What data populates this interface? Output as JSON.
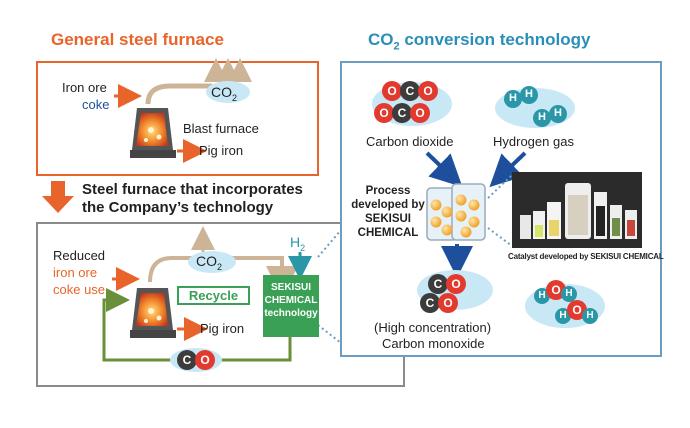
{
  "general": {
    "title": "General steel furnace",
    "iron_ore": "Iron ore",
    "coke": "coke",
    "co2": "CO",
    "co2_sub": "2",
    "blast_furnace": "Blast furnace",
    "pig_iron": "Pig iron"
  },
  "transition": {
    "line1": "Steel furnace that incorporates",
    "line2": "the Company’s technology"
  },
  "company": {
    "reduced": "Reduced",
    "iron_ore": "iron ore",
    "coke_use": "coke use",
    "co2": "CO",
    "co2_sub": "2",
    "h2": "H",
    "h2_sub": "2",
    "recycle": "Recycle",
    "sekisui_tech": [
      "SEKISUI",
      "CHEMICAL",
      "technology"
    ],
    "pig_iron": "Pig iron",
    "co_c": "C",
    "co_o": "O"
  },
  "conversion": {
    "title_prefix": "CO",
    "title_sub": "2",
    "title_suffix": " conversion technology",
    "carbon_dioxide": "Carbon dioxide",
    "hydrogen_gas": "Hydrogen gas",
    "process": [
      "Process",
      "developed by",
      "SEKISUI",
      "CHEMICAL"
    ],
    "catalyst_caption": "Catalyst developed by SEKISUI CHEMICAL",
    "co_line1": "(High concentration)",
    "co_line2": "Carbon monoxide",
    "atom_o": "O",
    "atom_c": "C",
    "atom_h": "H"
  },
  "colors": {
    "orange": "#e8642a",
    "blue_title": "#2a8fb8",
    "blue_text": "#1d4f9c",
    "green": "#3aa055",
    "gray_frame": "#8a8a8a",
    "frame_blue": "#6b9cc2",
    "oxygen_red": "#e23a2e",
    "carbon_dark": "#3c3c3c",
    "hydrogen_teal": "#2a97a8",
    "cloud": "#c9e8f6"
  }
}
